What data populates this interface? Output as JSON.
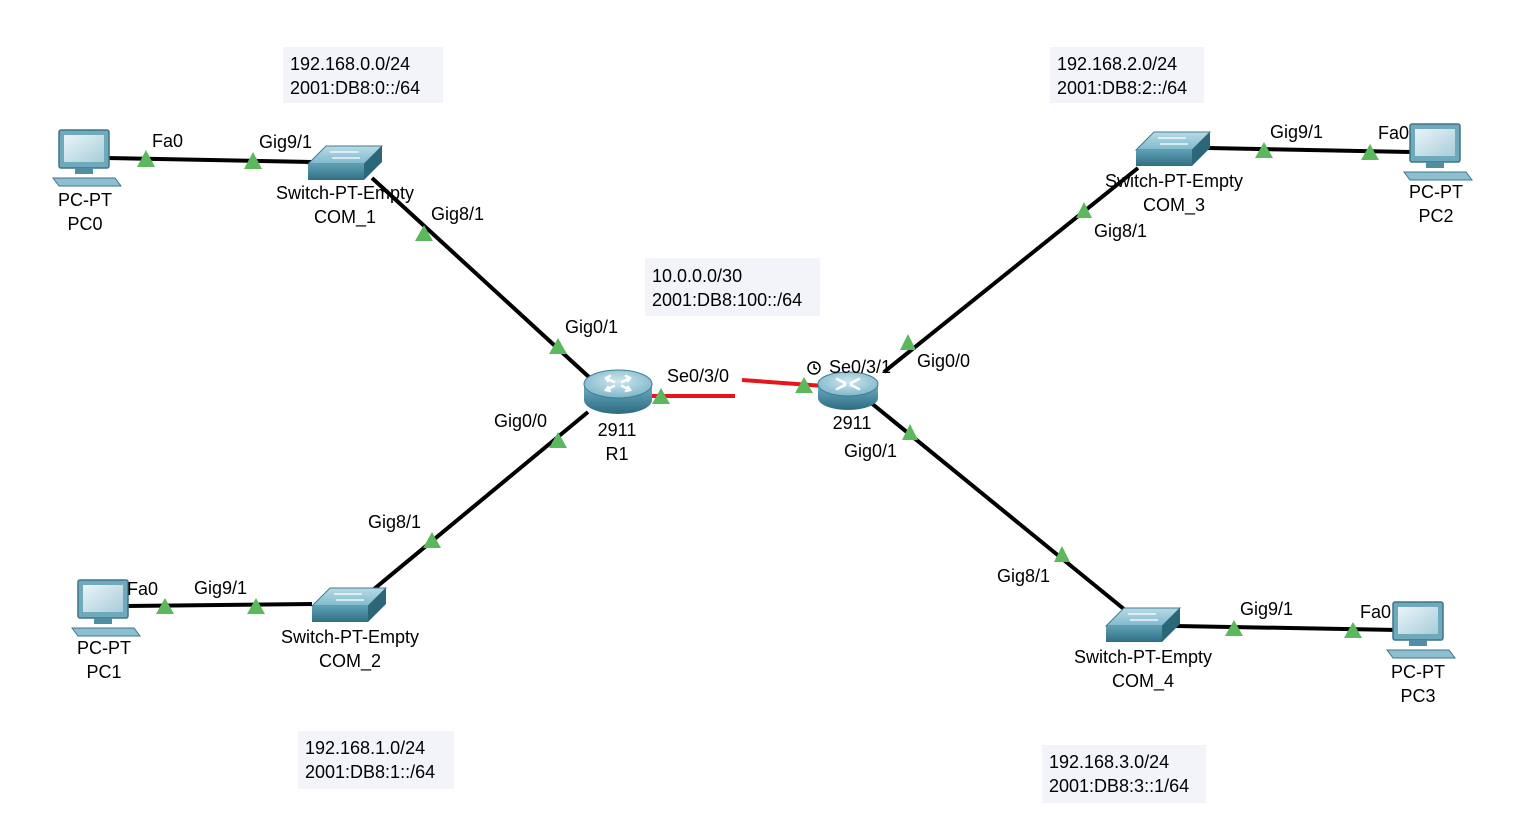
{
  "colors": {
    "background": "#ffffff",
    "ethernet_link": "#000000",
    "serial_link": "#e8141a",
    "link_up_indicator": "#5cb85c",
    "device_body": "#5a9fb3",
    "note_background": "#f2f4f9"
  },
  "networks": {
    "lan0": {
      "ipv4": "192.168.0.0/24",
      "ipv6": "2001:DB8:0::/64"
    },
    "lan1": {
      "ipv4": "192.168.1.0/24",
      "ipv6": "2001:DB8:1::/64"
    },
    "lan2": {
      "ipv4": "192.168.2.0/24",
      "ipv6": "2001:DB8:2::/64"
    },
    "lan3": {
      "ipv4": "192.168.3.0/24",
      "ipv6": "2001:DB8:3::1/64"
    },
    "wan": {
      "ipv4": "10.0.0.0/30",
      "ipv6": "2001:DB8:100::/64"
    }
  },
  "devices": {
    "pc0": {
      "model": "PC-PT",
      "name": "PC0",
      "icon": "pc-icon"
    },
    "pc1": {
      "model": "PC-PT",
      "name": "PC1",
      "icon": "pc-icon"
    },
    "pc2": {
      "model": "PC-PT",
      "name": "PC2",
      "icon": "pc-icon"
    },
    "pc3": {
      "model": "PC-PT",
      "name": "PC3",
      "icon": "pc-icon"
    },
    "com1": {
      "model": "Switch-PT-Empty",
      "name": "COM_1",
      "icon": "switch-icon"
    },
    "com2": {
      "model": "Switch-PT-Empty",
      "name": "COM_2",
      "icon": "switch-icon"
    },
    "com3": {
      "model": "Switch-PT-Empty",
      "name": "COM_3",
      "icon": "switch-icon"
    },
    "com4": {
      "model": "Switch-PT-Empty",
      "name": "COM_4",
      "icon": "switch-icon"
    },
    "r1": {
      "model": "2911",
      "name": "R1",
      "icon": "router-icon"
    },
    "r2": {
      "model": "2911",
      "name": "",
      "icon": "router-icon"
    }
  },
  "ports": {
    "pc0_fa0": "Fa0",
    "com1_gig9_1": "Gig9/1",
    "com1_gig8_1": "Gig8/1",
    "r1_gig0_1": "Gig0/1",
    "r1_gig0_0": "Gig0/0",
    "r1_se0_3_0": "Se0/3/0",
    "com2_gig8_1": "Gig8/1",
    "com2_gig9_1": "Gig9/1",
    "pc1_fa0": "Fa0",
    "r2_se0_3_1": "Se0/3/1",
    "r2_gig0_0": "Gig0/0",
    "r2_gig0_1": "Gig0/1",
    "com3_gig8_1": "Gig8/1",
    "com3_gig9_1": "Gig9/1",
    "pc2_fa0": "Fa0",
    "com4_gig8_1": "Gig8/1",
    "com4_gig9_1": "Gig9/1",
    "pc3_fa0": "Fa0"
  },
  "serial_clock_icon": "clock-icon"
}
